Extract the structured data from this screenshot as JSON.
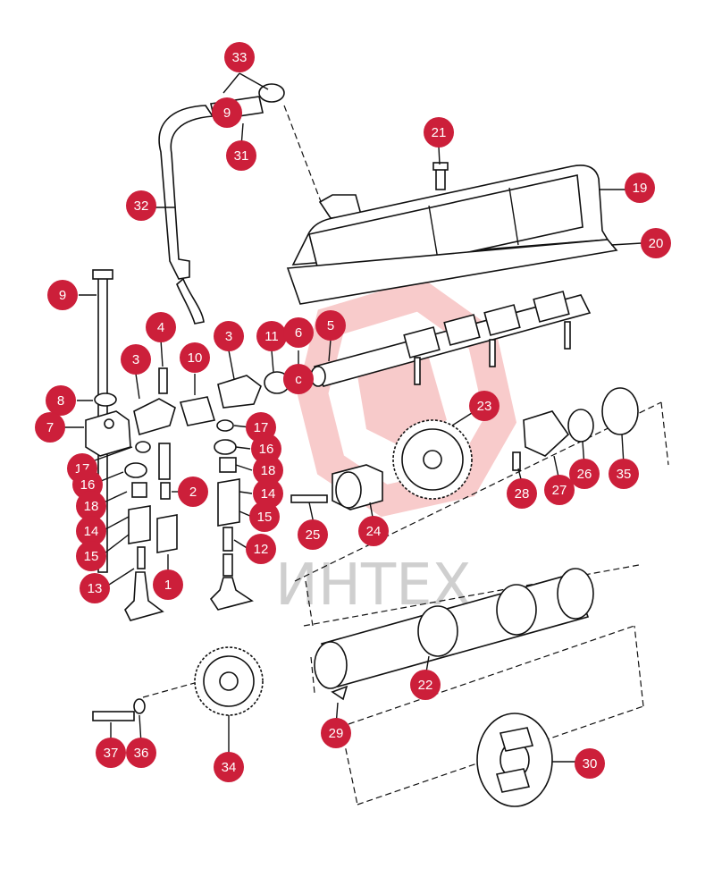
{
  "watermark": {
    "text": "ИНТЕХ",
    "color": "#f2a0a0"
  },
  "callout_color": "#cc1f3a",
  "callouts": [
    {
      "id": "c33",
      "label": "33"
    },
    {
      "id": "c9a",
      "label": "9"
    },
    {
      "id": "c31",
      "label": "31"
    },
    {
      "id": "c21",
      "label": "21"
    },
    {
      "id": "c19",
      "label": "19"
    },
    {
      "id": "c20",
      "label": "20"
    },
    {
      "id": "c32",
      "label": "32"
    },
    {
      "id": "c9b",
      "label": "9"
    },
    {
      "id": "c4",
      "label": "4"
    },
    {
      "id": "c10",
      "label": "10"
    },
    {
      "id": "c3a",
      "label": "3"
    },
    {
      "id": "c3b",
      "label": "3"
    },
    {
      "id": "c11",
      "label": "11"
    },
    {
      "id": "c6",
      "label": "6"
    },
    {
      "id": "c5",
      "label": "5"
    },
    {
      "id": "cc",
      "label": "c"
    },
    {
      "id": "c8",
      "label": "8"
    },
    {
      "id": "c7",
      "label": "7"
    },
    {
      "id": "c17a",
      "label": "17"
    },
    {
      "id": "c16a",
      "label": "16"
    },
    {
      "id": "c18a",
      "label": "18"
    },
    {
      "id": "c14a",
      "label": "14"
    },
    {
      "id": "c15a",
      "label": "15"
    },
    {
      "id": "c13",
      "label": "13"
    },
    {
      "id": "c2",
      "label": "2"
    },
    {
      "id": "c1",
      "label": "1"
    },
    {
      "id": "c17b",
      "label": "17"
    },
    {
      "id": "c16b",
      "label": "16"
    },
    {
      "id": "c18b",
      "label": "18"
    },
    {
      "id": "c14b",
      "label": "14"
    },
    {
      "id": "c15b",
      "label": "15"
    },
    {
      "id": "c12",
      "label": "12"
    },
    {
      "id": "c23",
      "label": "23"
    },
    {
      "id": "c25",
      "label": "25"
    },
    {
      "id": "c24",
      "label": "24"
    },
    {
      "id": "c28",
      "label": "28"
    },
    {
      "id": "c27",
      "label": "27"
    },
    {
      "id": "c26",
      "label": "26"
    },
    {
      "id": "c35",
      "label": "35"
    },
    {
      "id": "c22",
      "label": "22"
    },
    {
      "id": "c29",
      "label": "29"
    },
    {
      "id": "c30",
      "label": "30"
    },
    {
      "id": "c37",
      "label": "37"
    },
    {
      "id": "c36",
      "label": "36"
    },
    {
      "id": "c34",
      "label": "34"
    }
  ]
}
